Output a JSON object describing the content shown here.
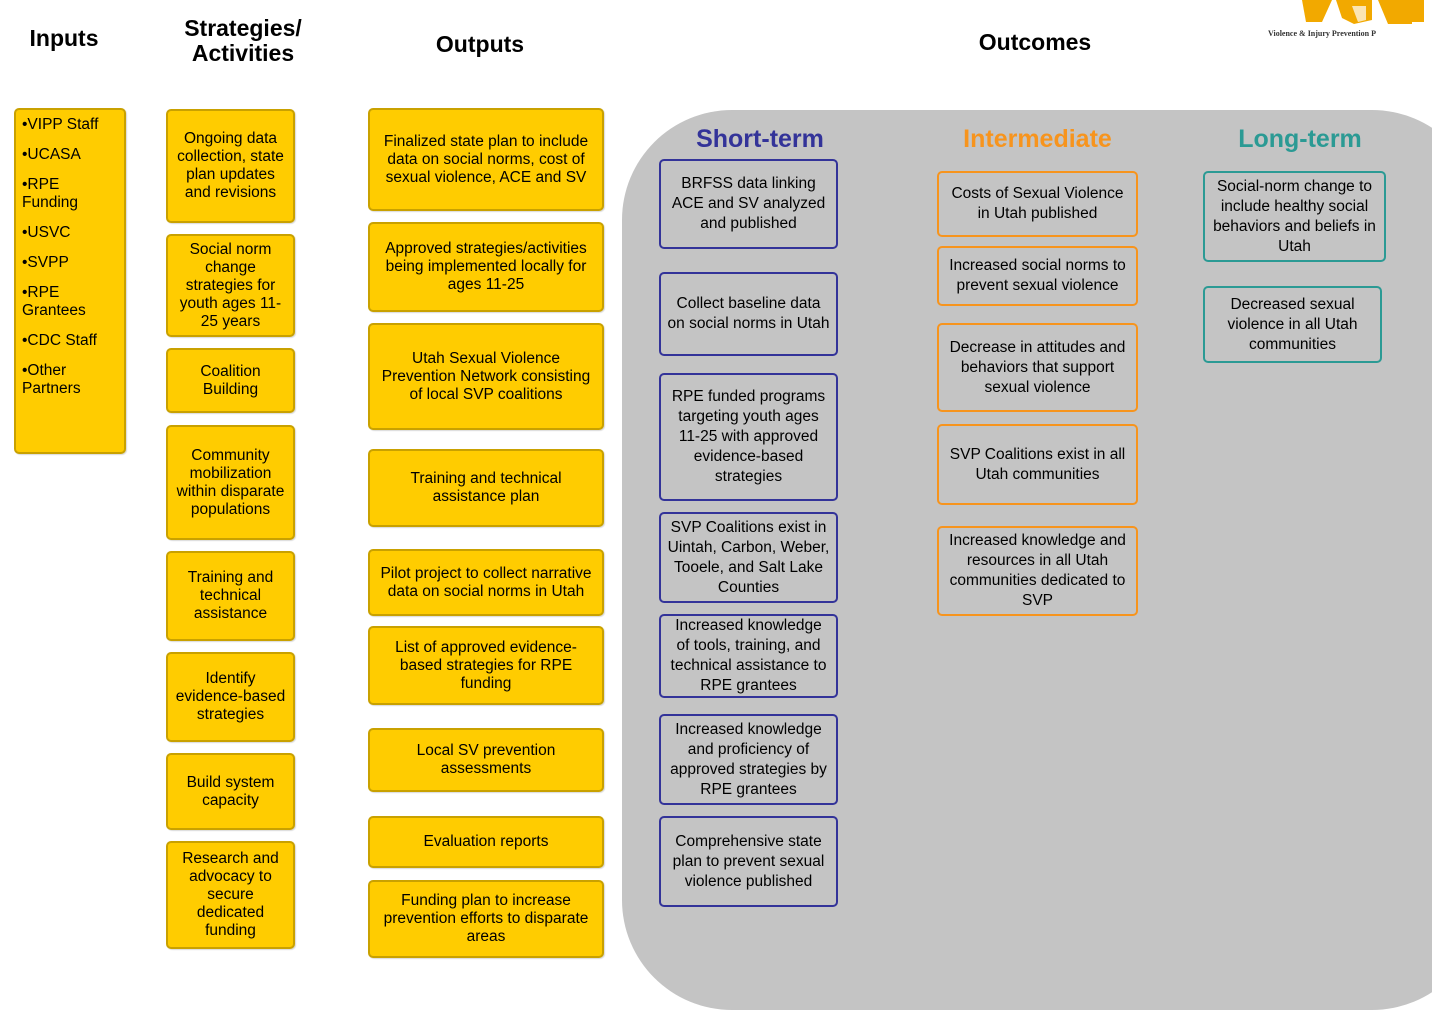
{
  "headers": {
    "inputs": "Inputs",
    "strategies_line1": "Strategies/",
    "strategies_line2": "Activities",
    "outputs": "Outputs",
    "outcomes": "Outcomes"
  },
  "inputs": [
    "•VIPP Staff",
    "•UCASA",
    "•RPE Funding",
    "•USVC",
    "•SVPP",
    "•RPE Grantees",
    "•CDC Staff",
    "•Other Partners"
  ],
  "strategies": [
    "Ongoing data collection, state plan updates and revisions",
    "Social norm change strategies for youth ages 11-25 years",
    "Coalition Building",
    "Community mobilization within disparate populations",
    "Training and technical assistance",
    "Identify evidence-based strategies",
    "Build system capacity",
    "Research and advocacy to secure dedicated funding"
  ],
  "outputs": [
    "Finalized state plan to include data on social norms, cost of sexual violence, ACE and SV",
    "Approved strategies/activities being implemented locally for ages 11-25",
    "Utah Sexual Violence Prevention Network consisting of local SVP coalitions",
    "Training and technical assistance plan",
    "Pilot project to collect narrative data on social norms in Utah",
    "List of approved evidence-based strategies for RPE funding",
    "Local SV prevention assessments",
    "Evaluation reports",
    "Funding plan to increase prevention efforts to disparate areas"
  ],
  "outcomes": {
    "short_term": {
      "label": "Short-term",
      "color": "#333399",
      "items": [
        "BRFSS data linking ACE and SV analyzed and published",
        "Collect baseline data on social norms in Utah",
        "RPE funded programs targeting youth ages 11-25 with approved evidence-based strategies",
        "SVP Coalitions exist in Uintah, Carbon, Weber, Tooele, and Salt Lake Counties",
        "Increased knowledge of tools, training, and technical assistance to RPE grantees",
        "Increased knowledge and proficiency of approved strategies by RPE grantees",
        "Comprehensive state plan to prevent sexual violence published"
      ]
    },
    "intermediate": {
      "label": "Intermediate",
      "color": "#f7941d",
      "items": [
        "Costs of Sexual Violence in Utah published",
        "Increased social norms to prevent sexual violence",
        "Decrease in attitudes and behaviors that support sexual violence",
        "SVP Coalitions exist in all Utah communities",
        "Increased knowledge and resources in all Utah communities dedicated to SVP"
      ]
    },
    "long_term": {
      "label": "Long-term",
      "color": "#2b9a94",
      "items": [
        "Social-norm change to include healthy social behaviors and beliefs in Utah",
        "Decreased sexual violence in all Utah communities"
      ]
    }
  },
  "logo": {
    "text": "Violence & Injury Prevention P",
    "color": "#f2a900"
  }
}
